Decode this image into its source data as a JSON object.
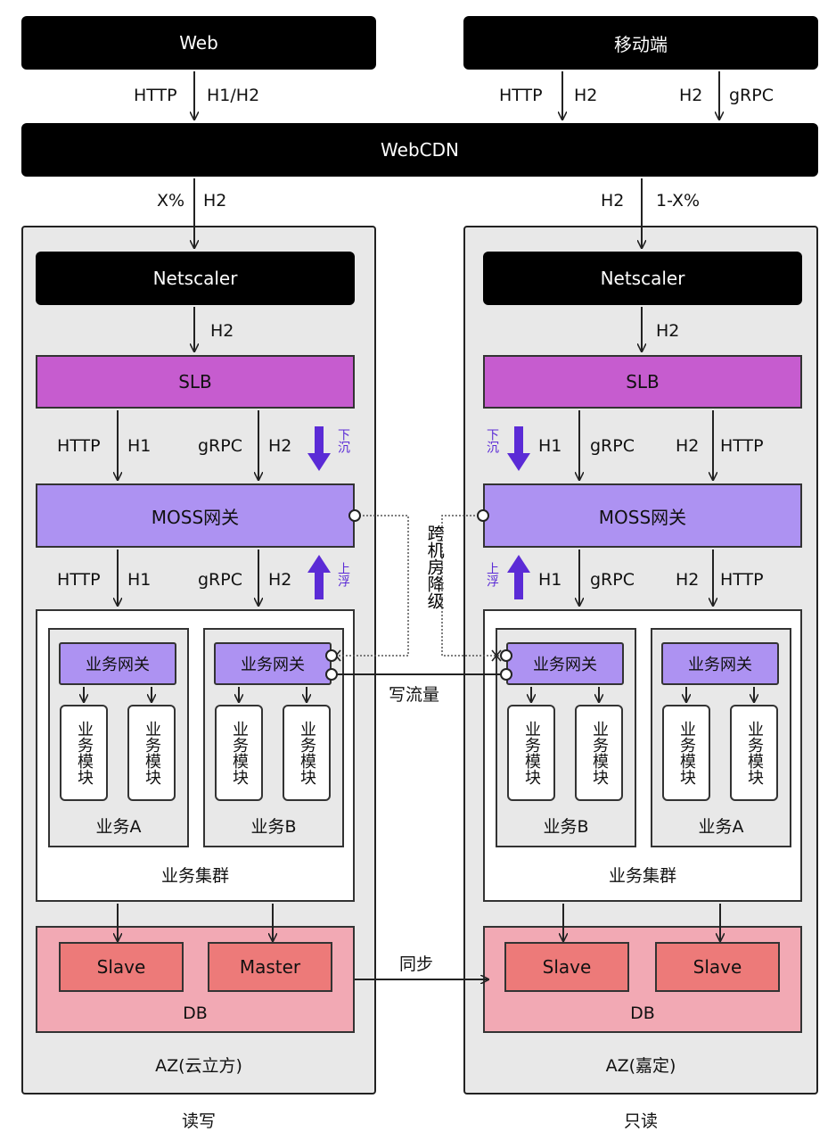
{
  "top": {
    "web": "Web",
    "mobile": "移动端",
    "cdn": "WebCDN"
  },
  "edges": {
    "web_http": "HTTP",
    "web_h1h2": "H1/H2",
    "mob_http": "HTTP",
    "mob_h2a": "H2",
    "mob_h2b": "H2",
    "mob_grpc": "gRPC",
    "left_pct": "X%",
    "left_h2": "H2",
    "right_h2": "H2",
    "right_pct": "1-X%",
    "ns_h2": "H2",
    "slb_http": "HTTP",
    "slb_h1": "H1",
    "slb_grpc": "gRPC",
    "slb_h2": "H2",
    "slb_right_http": "HTTP",
    "moss_http": "HTTP",
    "moss_h1": "H1",
    "moss_grpc": "gRPC",
    "moss_h2": "H2",
    "moss_right_http": "HTTP"
  },
  "left_az": {
    "netscaler": "Netscaler",
    "slb": "SLB",
    "moss": "MOSS网关",
    "sink": "下沉",
    "float": "上浮",
    "biz1": {
      "gateway": "业务网关",
      "module": "业务模块",
      "name": "业务A"
    },
    "biz2": {
      "gateway": "业务网关",
      "module": "业务模块",
      "name": "业务B"
    },
    "cluster": "业务集群",
    "db": {
      "node1": "Slave",
      "node2": "Master",
      "name": "DB"
    },
    "name": "AZ(云立方)",
    "caption": "读写"
  },
  "right_az": {
    "netscaler": "Netscaler",
    "slb": "SLB",
    "moss": "MOSS网关",
    "sink": "下沉",
    "float": "上浮",
    "biz1": {
      "gateway": "业务网关",
      "module": "业务模块",
      "name": "业务B"
    },
    "biz2": {
      "gateway": "业务网关",
      "module": "业务模块",
      "name": "业务A"
    },
    "cluster": "业务集群",
    "db": {
      "node1": "Slave",
      "node2": "Slave",
      "name": "DB"
    },
    "name": "AZ(嘉定)",
    "caption": "只读"
  },
  "cross": {
    "degrade": "跨机房降级",
    "write": "写流量",
    "sync": "同步"
  },
  "colors": {
    "black": "#000000",
    "slb": "#c65ccf",
    "moss": "#ad92f2",
    "db": "#f2a9b4",
    "db_node": "#ed7a79",
    "arrow": "#5b2bd6"
  }
}
